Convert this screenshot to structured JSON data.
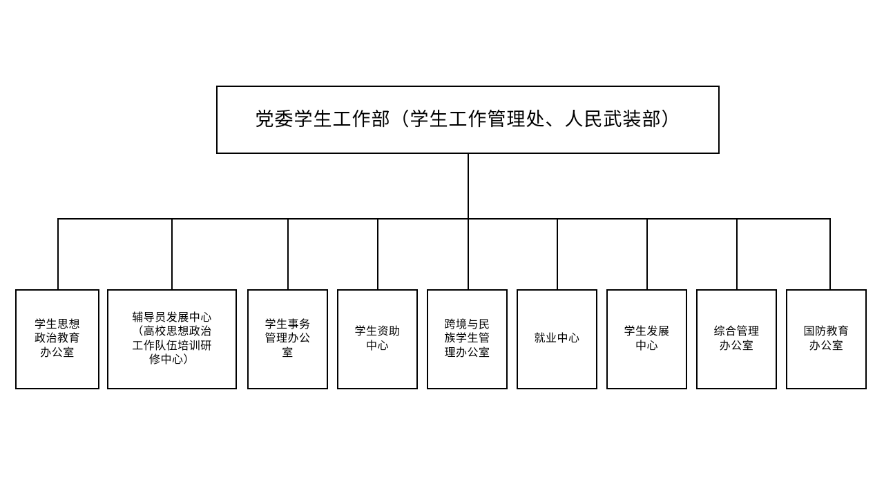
{
  "diagram": {
    "type": "org-chart",
    "orientation": "top-down",
    "line_color": "#000000",
    "box_border_color": "#000000",
    "background_color": "#ffffff",
    "root": {
      "label": "党委学生工作部（学生工作管理处、人民武装部）"
    },
    "children": [
      {
        "label": "学生思想\n政治教育\n办公室"
      },
      {
        "label": "辅导员发展中心\n（高校思想政治\n工作队伍培训研\n修中心）"
      },
      {
        "label": "学生事务\n管理办公\n室"
      },
      {
        "label": "学生资助\n中心"
      },
      {
        "label": "跨境与民\n族学生管\n理办公室"
      },
      {
        "label": "就业中心"
      },
      {
        "label": "学生发展\n中心"
      },
      {
        "label": "综合管理\n办公室"
      },
      {
        "label": "国防教育\n办公室"
      }
    ]
  }
}
